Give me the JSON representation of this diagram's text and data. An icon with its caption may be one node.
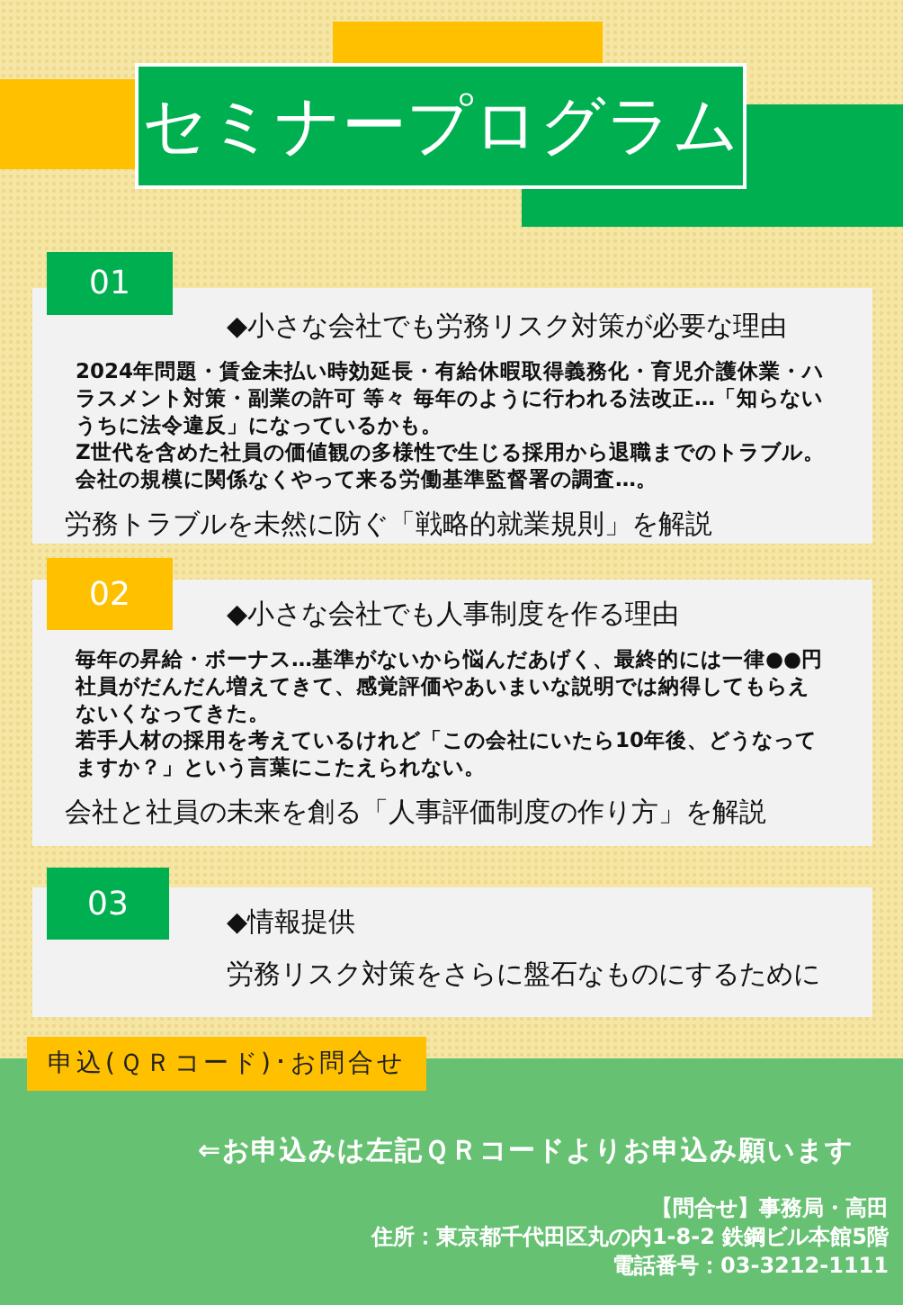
{
  "diagram": {
    "title": "セミナープログラム",
    "nodes": [
      {
        "text": [
          "◆小さな会社でも労務リスク対策が必要な理由",
          "2024年問題・賃金未払い時効延長・有給休暇取得義務化・育児介護休業・ハラスメント対策・副業の許可 等々 毎年のように行われる法改正…「知らないうちに法令違反」になっているかも。",
          "Z世代を含めた社員の価値観の多様性で生じる採用から退職までのトラブル。",
          "会社の規模に関係なくやって来る労働基準監督署の調査…。",
          "労務トラブルを未然に防ぐ「戦略的就業規則」を解説"
        ]
      },
      {
        "text": [
          "01"
        ]
      },
      {
        "text": [
          "◆小さな会社でも人事制度を作る理由",
          "毎年の昇給・ボーナス…基準がないから悩んだあげく、最終的には一律●●円",
          "社員がだんだん増えてきて、感覚評価やあいまいな説明では納得してもらえないくなってきた。",
          "若手人材の採用を考えているけれど「この会社にいたら10年後、どうなってますか？」という言葉にこたえられない。",
          "会社と社員の未来を創る「人事評価制度の作り方」を解説"
        ]
      },
      {
        "text": [
          "02"
        ]
      },
      {
        "text": [
          "◆情報提供",
          "労務リスク対策をさらに盤石なものにするために"
        ]
      },
      {
        "text": [
          "03"
        ]
      },
      {
        "text": [
          "申込(ＱＲコード)･お問合せ"
        ]
      },
      {
        "text": [
          "⇐お申込みは左記ＱＲコードよりお申込み願います",
          "【問合せ】事務局・高田",
          "住所：東京都千代田区丸の内1-8-2 鉄鋼ビル本館5階",
          "電話番号：03-3212-1111"
        ]
      }
    ]
  }
}
